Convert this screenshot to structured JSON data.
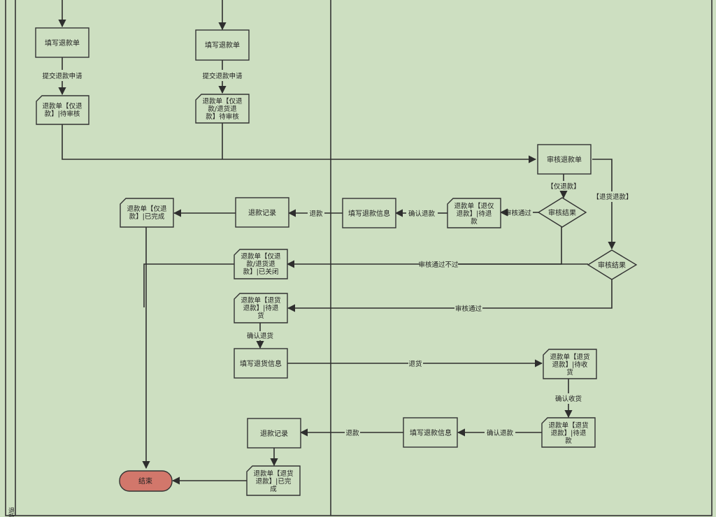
{
  "lane_label": "退款",
  "colors": {
    "background": "#cddfc1",
    "node_border": "#333333",
    "end_fill": "#d2776b"
  },
  "nodes": {
    "fill_form_1": "填写退款单",
    "fill_form_2": "填写退款单",
    "doc_pending_1": [
      "退款单【仅退",
      "款】|待审核"
    ],
    "doc_pending_2": [
      "退款单【仅退",
      "款/退货退",
      "款】待审核"
    ],
    "review": "审核退款单",
    "decision_1": "审核结果",
    "decision_2": "审核结果",
    "doc_await_refund": [
      "退款单【退仅",
      "退款】|待退",
      "款"
    ],
    "fill_refund_info_1": "填写退款信息",
    "refund_record_1": "退款记录",
    "doc_done_1": [
      "退款单【仅退",
      "款】|已完成"
    ],
    "doc_closed": [
      "退款单【仅退",
      "款/退货退",
      "款】|已关闭"
    ],
    "doc_await_return": [
      "退款单【退货",
      "退款】|待退",
      "货"
    ],
    "fill_return_info": "填写退货信息",
    "doc_await_receive": [
      "退款单【退货",
      "退款】|待收",
      "货"
    ],
    "doc_await_refund_2": [
      "退款单【退货",
      "退款】|待退",
      "款"
    ],
    "fill_refund_info_2": "填写退款信息",
    "refund_record_2": "退款记录",
    "doc_done_2": [
      "退款单【退货",
      "退款】|已完",
      "成"
    ],
    "end": "结束"
  },
  "edges": {
    "submit_1": "提交退款申请",
    "submit_2": "提交退款申请",
    "only_refund": "【仅退款】",
    "return_refund": "【退货退款】",
    "review_pass_1": "审核通过",
    "confirm_refund_1": "确认退款",
    "refund_1": "退款",
    "review_fail": "审核通过不过",
    "review_pass_2": "审核通过",
    "confirm_return": "确认退货",
    "return_goods": "退货",
    "confirm_receive": "确认收货",
    "confirm_refund_2": "确认退款",
    "refund_2": "退款"
  }
}
